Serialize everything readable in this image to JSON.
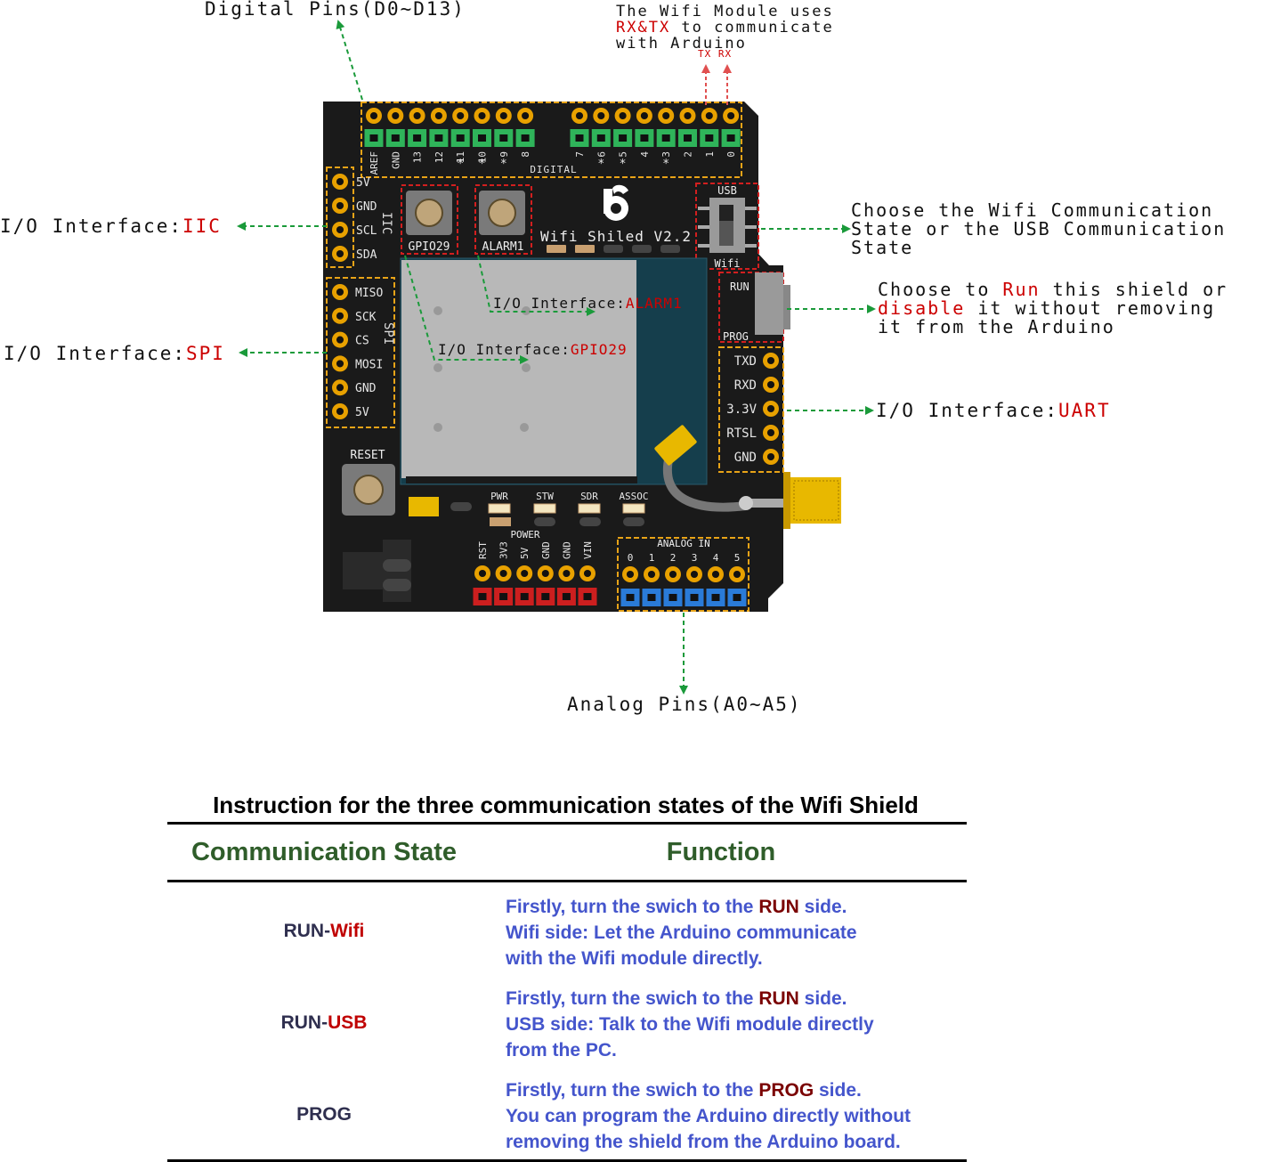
{
  "board": {
    "header_labels_top_left": [
      "AREF",
      "GND",
      "13",
      "12",
      "11",
      "10",
      "9",
      "8"
    ],
    "header_labels_top_right": [
      "7",
      "6",
      "5",
      "4",
      "3",
      "2",
      "1",
      "0"
    ],
    "digital_label": "DIGITAL",
    "pwm_marker": "*",
    "iic_pins": [
      "5V",
      "GND",
      "SCL",
      "SDA"
    ],
    "iic_label": "IIC",
    "spi_pins": [
      "MISO",
      "SCK",
      "CS",
      "MOSI",
      "GND",
      "5V"
    ],
    "spi_label": "SPI",
    "button_gpio": "GPIO29",
    "button_alarm": "ALARM1",
    "board_name": "Wifi Shiled V2.2",
    "switch_top": "USB",
    "switch_bottom": "Wifi",
    "run_label": "RUN",
    "prog_label": "PROG",
    "uart_pins": [
      "TXD",
      "RXD",
      "3.3V",
      "RTSL",
      "GND"
    ],
    "reset_label": "RESET",
    "leds": [
      "PWR",
      "STW",
      "SDR",
      "ASSOC"
    ],
    "power_label": "POWER",
    "power_pins": [
      "RST",
      "3V3",
      "5V",
      "GND",
      "GND",
      "VIN"
    ],
    "analog_label": "ANALOG IN",
    "analog_pins": [
      "0",
      "1",
      "2",
      "3",
      "4",
      "5"
    ],
    "colors": {
      "pcb": "#1a1a1a",
      "pin_green": "#2fb45a",
      "pin_red": "#cc1f1f",
      "pin_blue": "#2a7bd8",
      "gold": "#e8a100",
      "dash_yellow": "#e8a317",
      "dash_red": "#d21f1f",
      "arrow_green": "#1a9a3a",
      "module_blue": "#153e4c",
      "shield_gray": "#b8b8b8"
    }
  },
  "annotations": {
    "digital_pins": "Digital Pins(D0~D13)",
    "wifi_line1": "The Wifi Module uses",
    "wifi_line2_red": "RX&TX",
    "wifi_line2_rest": " to communicate",
    "wifi_line3": "with Arduino",
    "tx": "TX",
    "rx": "RX",
    "iic_prefix": "I/O Interface:",
    "iic_value": "IIC",
    "spi_prefix": "I/O Interface:",
    "spi_value": "SPI",
    "alarm_prefix": "I/O Interface:",
    "alarm_value": "ALARM1",
    "gpio_prefix": "I/O Interface:",
    "gpio_value": "GPIO29",
    "choose_line1": "Choose the Wifi Communication",
    "choose_line2": "State or the USB Communication",
    "choose_line3": "State",
    "run_line1_a": "Choose to ",
    "run_line1_red": "Run",
    "run_line1_b": " this shield or",
    "run_line2_red": "disable",
    "run_line2_b": " it without removing",
    "run_line3": "it from the Arduino",
    "uart_prefix": "I/O Interface:",
    "uart_value": "UART",
    "analog_pins": "Analog Pins(A0~A5)"
  },
  "table": {
    "title": "Instruction for the three communication states of the Wifi Shield",
    "header_state": "Communication State",
    "header_function": "Function",
    "rows": [
      {
        "state_a": "RUN-",
        "state_b": "Wifi",
        "l1_a": "Firstly, turn the swich to the ",
        "l1_hi": "RUN",
        "l1_b": " side.",
        "l2": "Wifi side: Let the Arduino communicate",
        "l3": "with the Wifi module directly."
      },
      {
        "state_a": "RUN-",
        "state_b": "USB",
        "l1_a": "Firstly, turn the swich to the ",
        "l1_hi": "RUN",
        "l1_b": " side.",
        "l2": "USB side: Talk to the Wifi module directly",
        "l3": "from the PC."
      },
      {
        "state_a": "PROG",
        "state_b": "",
        "l1_a": "Firstly, turn the swich to the ",
        "l1_hi": "PROG",
        "l1_b": " side.",
        "l2": "You can program the Arduino directly without",
        "l3": "removing the shield from the Arduino board."
      }
    ]
  }
}
